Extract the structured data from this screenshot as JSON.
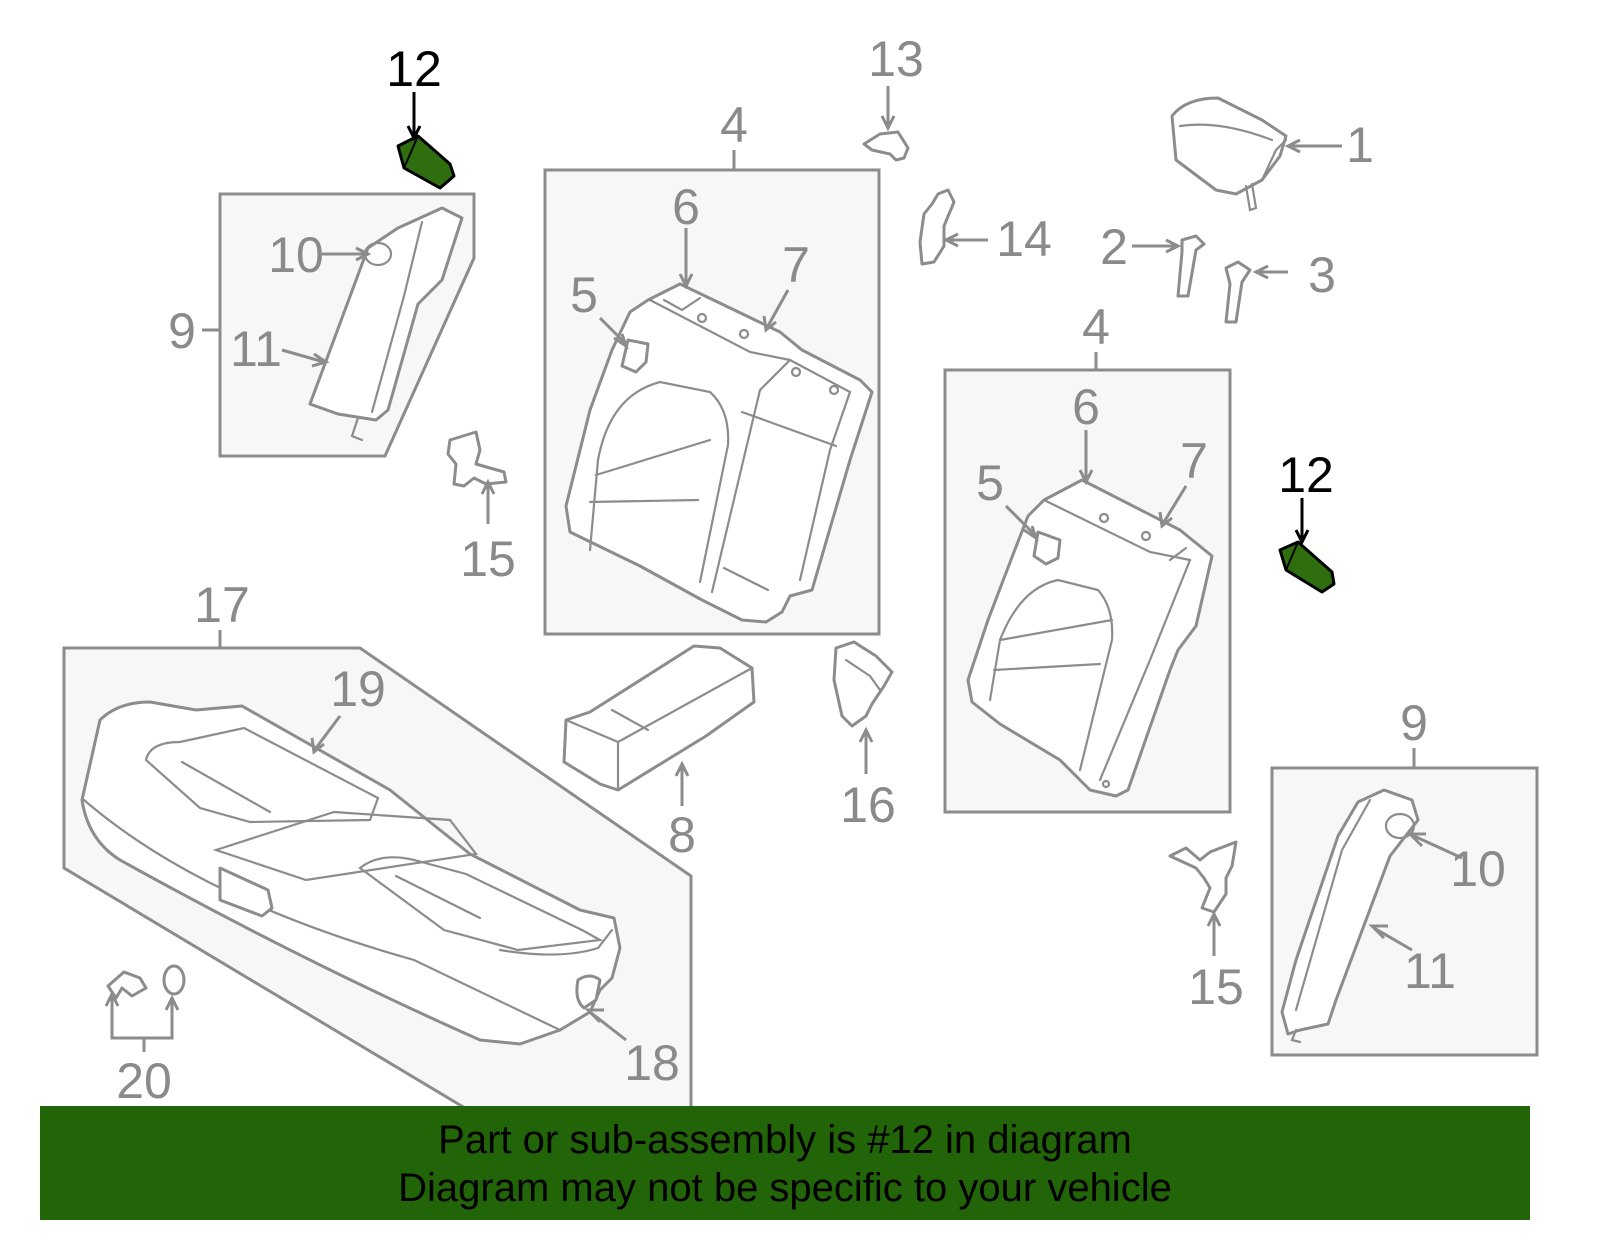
{
  "callouts": {
    "c1": "1",
    "c2": "2",
    "c3": "3",
    "c4a": "4",
    "c4b": "4",
    "c5a": "5",
    "c5b": "5",
    "c6a": "6",
    "c6b": "6",
    "c7a": "7",
    "c7b": "7",
    "c8": "8",
    "c9a": "9",
    "c9b": "9",
    "c10a": "10",
    "c10b": "10",
    "c11a": "11",
    "c11b": "11",
    "c12a": "12",
    "c12b": "12",
    "c13": "13",
    "c14": "14",
    "c15a": "15",
    "c15b": "15",
    "c16": "16",
    "c17": "17",
    "c18": "18",
    "c19": "19",
    "c20": "20"
  },
  "highlight_color": "#2f6e0f",
  "banner": {
    "line1": "Part or sub-assembly is #12 in diagram",
    "line2": "Diagram may not be specific to your vehicle",
    "color": "#226408"
  }
}
